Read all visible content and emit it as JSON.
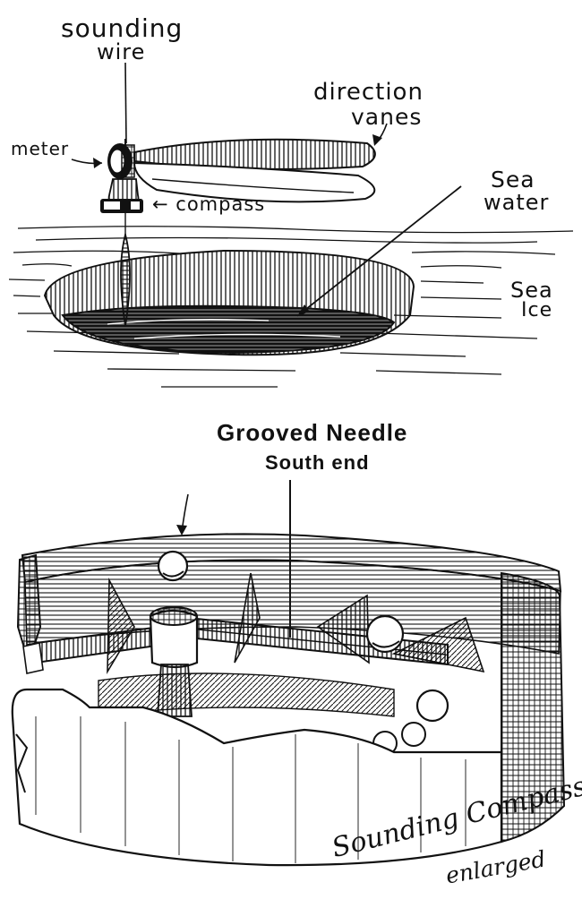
{
  "top_labels": {
    "sounding_line1": "sounding",
    "sounding_line2": "wire",
    "vanes_line1": "direction",
    "vanes_line2": "vanes",
    "meter": "meter",
    "compass": "← compass",
    "sea_water_line1": "Sea",
    "sea_water_line2": "water",
    "sea_ice_line1": "Sea",
    "sea_ice_line2": "Ice"
  },
  "bottom_labels": {
    "needle_line1": "Grooved Needle",
    "needle_line2": "South end",
    "caption_line1": "Sounding Compass",
    "caption_line2": "enlarged"
  },
  "colors": {
    "ink": "#111111",
    "paper": "#ffffff"
  }
}
